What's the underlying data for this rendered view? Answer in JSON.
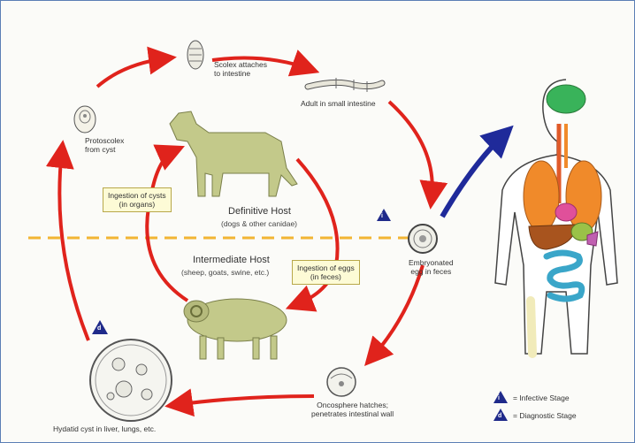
{
  "stages": {
    "scolex": "Scolex attaches\nto intestine",
    "adult": "Adult in small intestine",
    "protoscolex": "Protoscolex\nfrom cyst",
    "embryonated_egg": "Embryonated\negg in feces",
    "oncosphere": "Oncosphere hatches;\npenetrates intestinal wall",
    "hydatid_cyst": "Hydatid cyst in liver, lungs, etc."
  },
  "hosts": {
    "definitive_title": "Definitive Host",
    "definitive_sub": "(dogs & other canidae)",
    "intermediate_title": "Intermediate Host",
    "intermediate_sub": "(sheep, goats, swine, etc.)"
  },
  "boxes": {
    "ingestion_cysts": "Ingestion of cysts\n(in organs)",
    "ingestion_eggs": "Ingestion of eggs\n(in feces)"
  },
  "markers": {
    "infective_symbol": "i",
    "diagnostic_symbol": "d"
  },
  "legend": {
    "infective": "= Infective Stage",
    "diagnostic": "= Diagnostic Stage"
  },
  "colors": {
    "cycle_arrow": "#e0231c",
    "human_arrow": "#1f2a9a",
    "divider": "#f2b533",
    "animal": "#c3c98a",
    "lungs": "#f08a2a",
    "brain": "#39b35a",
    "intestine": "#3aa6c9",
    "marker": "#1f2a8a"
  }
}
